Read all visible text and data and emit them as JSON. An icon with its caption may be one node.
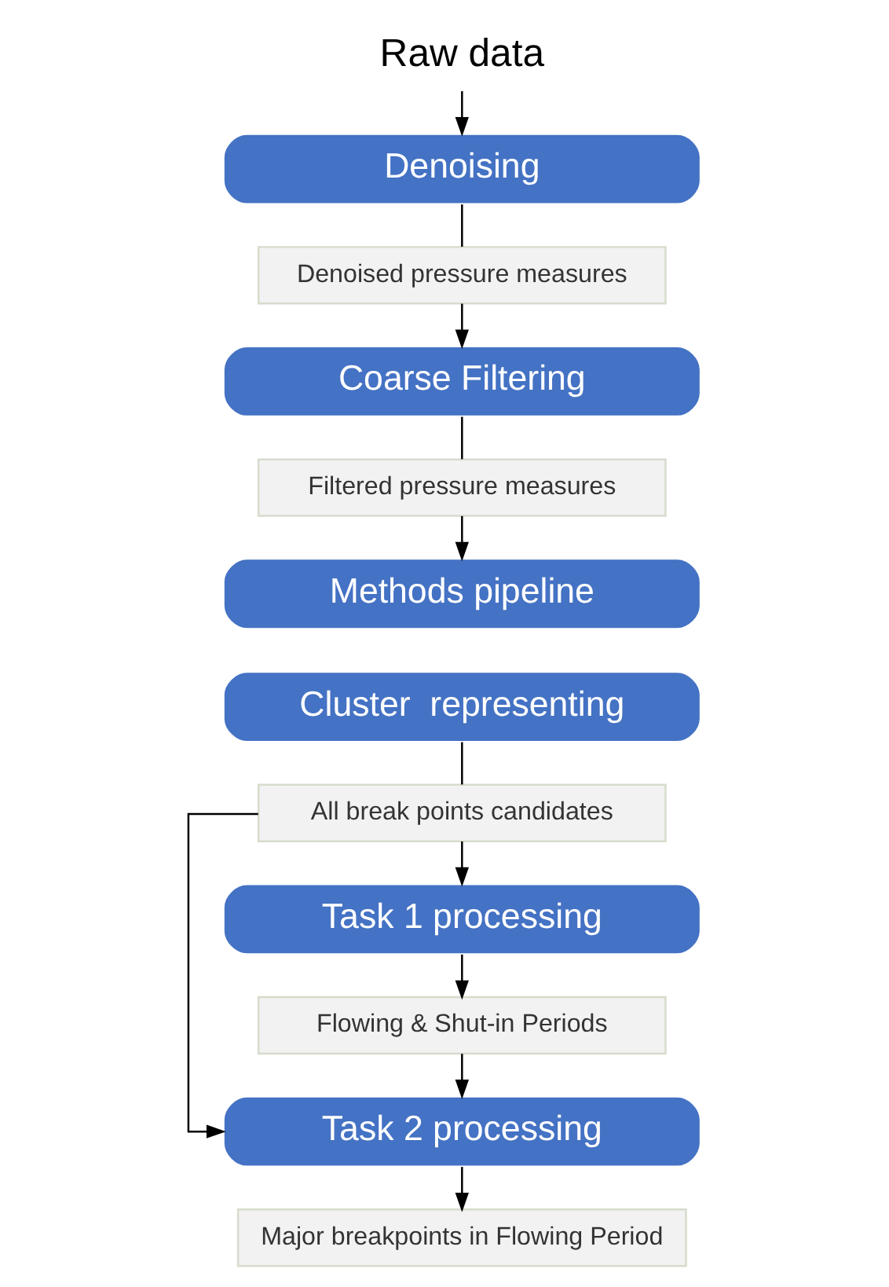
{
  "diagram": {
    "nodes": [
      {
        "text": [
          "Raw data"
        ]
      },
      {
        "text": [
          "Denoising"
        ]
      },
      {
        "text": [
          "Denoised pressure measures"
        ]
      },
      {
        "text": [
          "Coarse Filtering"
        ]
      },
      {
        "text": [
          "Filtered pressure measures"
        ]
      },
      {
        "text": [
          "Methods pipeline"
        ]
      },
      {
        "text": [
          "Cluster  representing"
        ]
      },
      {
        "text": [
          "All break points candidates"
        ]
      },
      {
        "text": [
          "Task 1 processing"
        ]
      },
      {
        "text": [
          "Flowing & Shut-in Periods"
        ]
      },
      {
        "text": [
          "Task 2 processing"
        ]
      },
      {
        "text": [
          "Major breakpoints in Flowing Period"
        ]
      }
    ],
    "edges": [
      {
        "from": 0,
        "to": 1,
        "arrow": "to"
      },
      {
        "from": 1,
        "to": 2,
        "arrow": "none"
      },
      {
        "from": 2,
        "to": 3,
        "arrow": "to"
      },
      {
        "from": 3,
        "to": 4,
        "arrow": "none"
      },
      {
        "from": 4,
        "to": 5,
        "arrow": "to"
      },
      {
        "from": 6,
        "to": 7,
        "arrow": "none"
      },
      {
        "from": 7,
        "to": 8,
        "arrow": "to"
      },
      {
        "from": 8,
        "to": 9,
        "arrow": "to"
      },
      {
        "from": 7,
        "to": 10,
        "arrow": "to"
      },
      {
        "from": 9,
        "to": 10,
        "arrow": "to"
      },
      {
        "from": 10,
        "to": 11,
        "arrow": "to"
      }
    ]
  }
}
